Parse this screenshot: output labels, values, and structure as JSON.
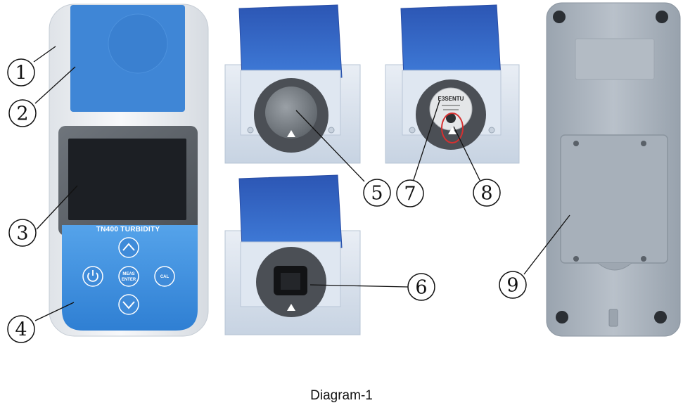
{
  "caption": "Diagram-1",
  "device": {
    "screen_label": "TN400 TURBIDITY",
    "keys": {
      "center_top": "MEAS",
      "center_bottom": "ENTER",
      "right": "CAL"
    },
    "cap_brand": "E3SENTU"
  },
  "callouts": [
    {
      "id": "1",
      "label": "1"
    },
    {
      "id": "2",
      "label": "2"
    },
    {
      "id": "3",
      "label": "3"
    },
    {
      "id": "4",
      "label": "4"
    },
    {
      "id": "5",
      "label": "5"
    },
    {
      "id": "6",
      "label": "6"
    },
    {
      "id": "7",
      "label": "7"
    },
    {
      "id": "8",
      "label": "8"
    },
    {
      "id": "9",
      "label": "9"
    }
  ],
  "icons": [
    "power-icon",
    "up-arrow-icon",
    "down-arrow-icon",
    "triangle-marker-icon"
  ],
  "colors": {
    "accent_blue": "#3a86d6",
    "lid_blue": "#2f64c0",
    "body_white": "#f1f3f6",
    "back_gray": "#aab3bd",
    "screen_dark": "#1c1f24",
    "highlight_red": "#d63030"
  }
}
